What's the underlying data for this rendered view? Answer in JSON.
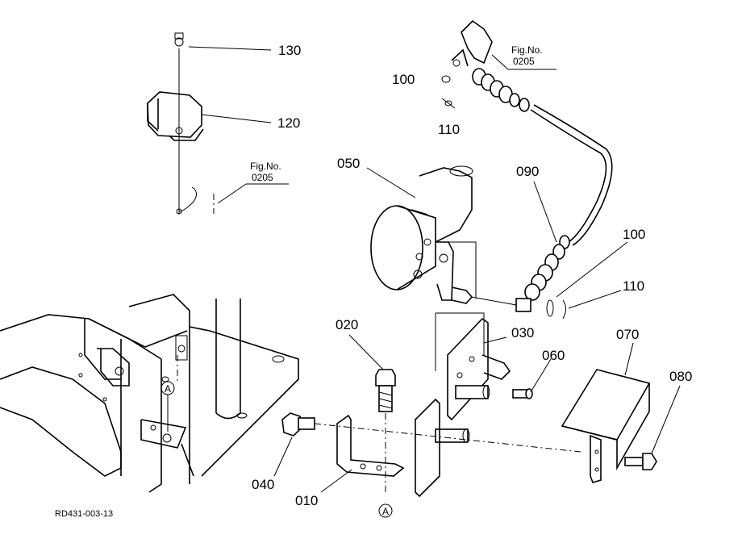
{
  "diagram": {
    "drawing_code": "RD431-003-13",
    "ref_marker": "A",
    "fig_refs": [
      {
        "label": "Fig.No.",
        "number": "0205"
      },
      {
        "label": "Fig.No.",
        "number": "0205"
      }
    ],
    "part_labels": {
      "p130": "130",
      "p120": "120",
      "p100a": "100",
      "p110a": "110",
      "p050": "050",
      "p090": "090",
      "p100b": "100",
      "p110b": "110",
      "p020": "020",
      "p030": "030",
      "p060": "060",
      "p070": "070",
      "p080": "080",
      "p040": "040",
      "p010": "010"
    }
  }
}
